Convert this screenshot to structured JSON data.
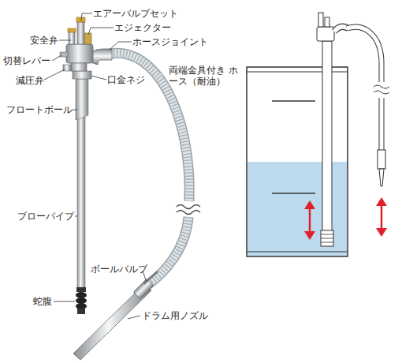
{
  "diagram": {
    "labels": [
      "エアーバルブセット",
      "エジェクター",
      "安全弁",
      "ホースジョイント",
      "切替レバー",
      "両端金具付き ホース（耐油）",
      "減圧弁",
      "口金ネジ",
      "フロートボール",
      "ブローパイプ",
      "ボールバルブ",
      "蛇腹",
      "ドラム用ノズル"
    ]
  }
}
